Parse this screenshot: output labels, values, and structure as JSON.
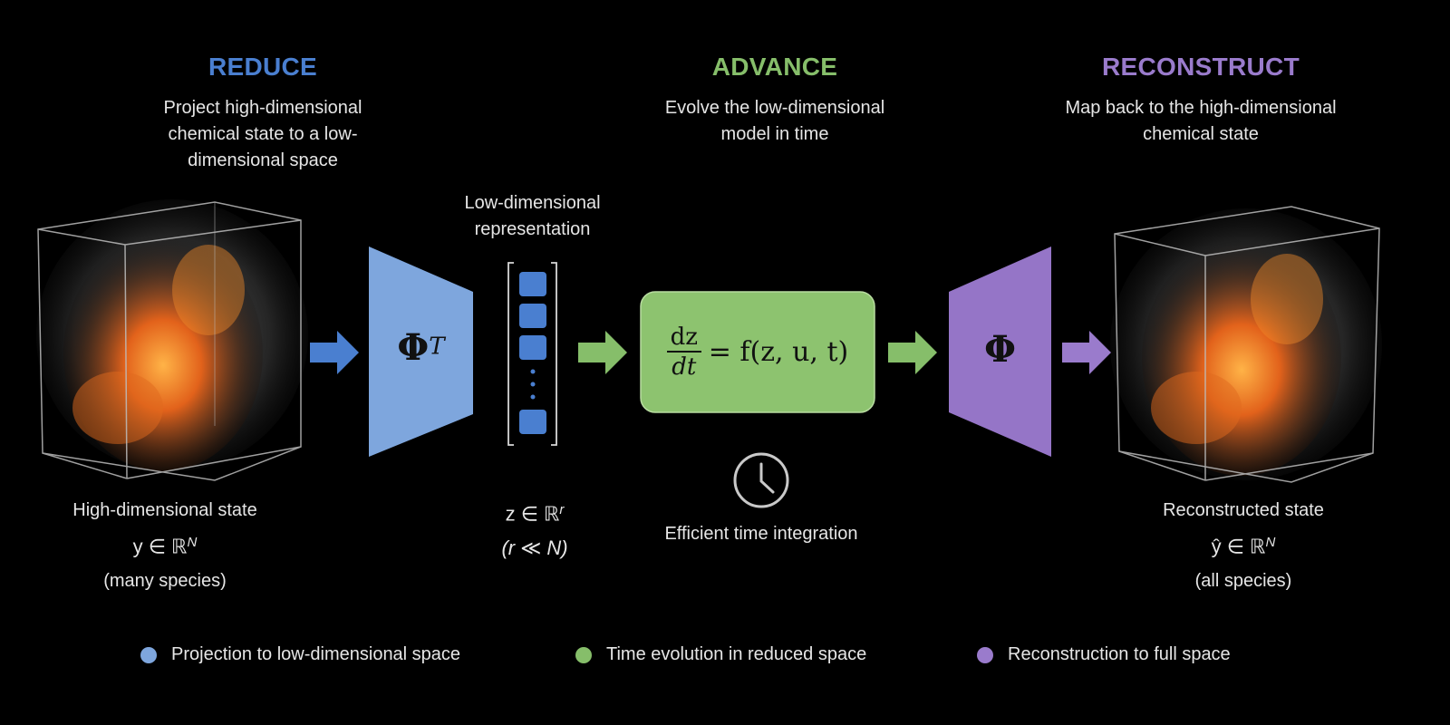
{
  "stages": {
    "reduce": {
      "title": "REDUCE",
      "desc": [
        "Project high-dimensional",
        "chemical state to a low-",
        "dimensional space"
      ]
    },
    "advance": {
      "title": "ADVANCE",
      "desc": [
        "Evolve the low-dimensional",
        "model in time"
      ]
    },
    "reconstruct": {
      "title": "RECONSTRUCT",
      "desc": [
        "Map back to the high-dimensional",
        "chemical state"
      ]
    }
  },
  "colors": {
    "blue": "#4a7fd0",
    "blue_light": "#7ea6dd",
    "green": "#86be6a",
    "green_dark": "#6aa253",
    "purple": "#9a7bcc",
    "purple_light": "#9575c7"
  },
  "latent": {
    "label": [
      "Low-dimensional",
      "representation"
    ],
    "math_line1": "z ∈ ℝ",
    "math_sup": "r",
    "math_line2": "(r ≪ N)"
  },
  "high_state": {
    "label": "High-dimensional state",
    "math": "y ∈ ℝ",
    "math_sup": "N",
    "note": "(many species)"
  },
  "recon_state": {
    "label": "Reconstructed state",
    "math": "ŷ ∈ ℝ",
    "math_sup": "N",
    "note": "(all species)"
  },
  "encoder": {
    "symbol": "Φ",
    "sup": "T"
  },
  "decoder": {
    "symbol": "Φ"
  },
  "ode": {
    "num": "dz",
    "den": "dt",
    "rhs": "= f(z, u, t)"
  },
  "clock_label": "Efficient time integration",
  "legend": [
    {
      "label": "Projection to low-dimensional space",
      "color": "#7ea6dd"
    },
    {
      "label": "Time evolution in reduced space",
      "color": "#86be6a"
    },
    {
      "label": "Reconstruction to full space",
      "color": "#9a7bcc"
    }
  ]
}
